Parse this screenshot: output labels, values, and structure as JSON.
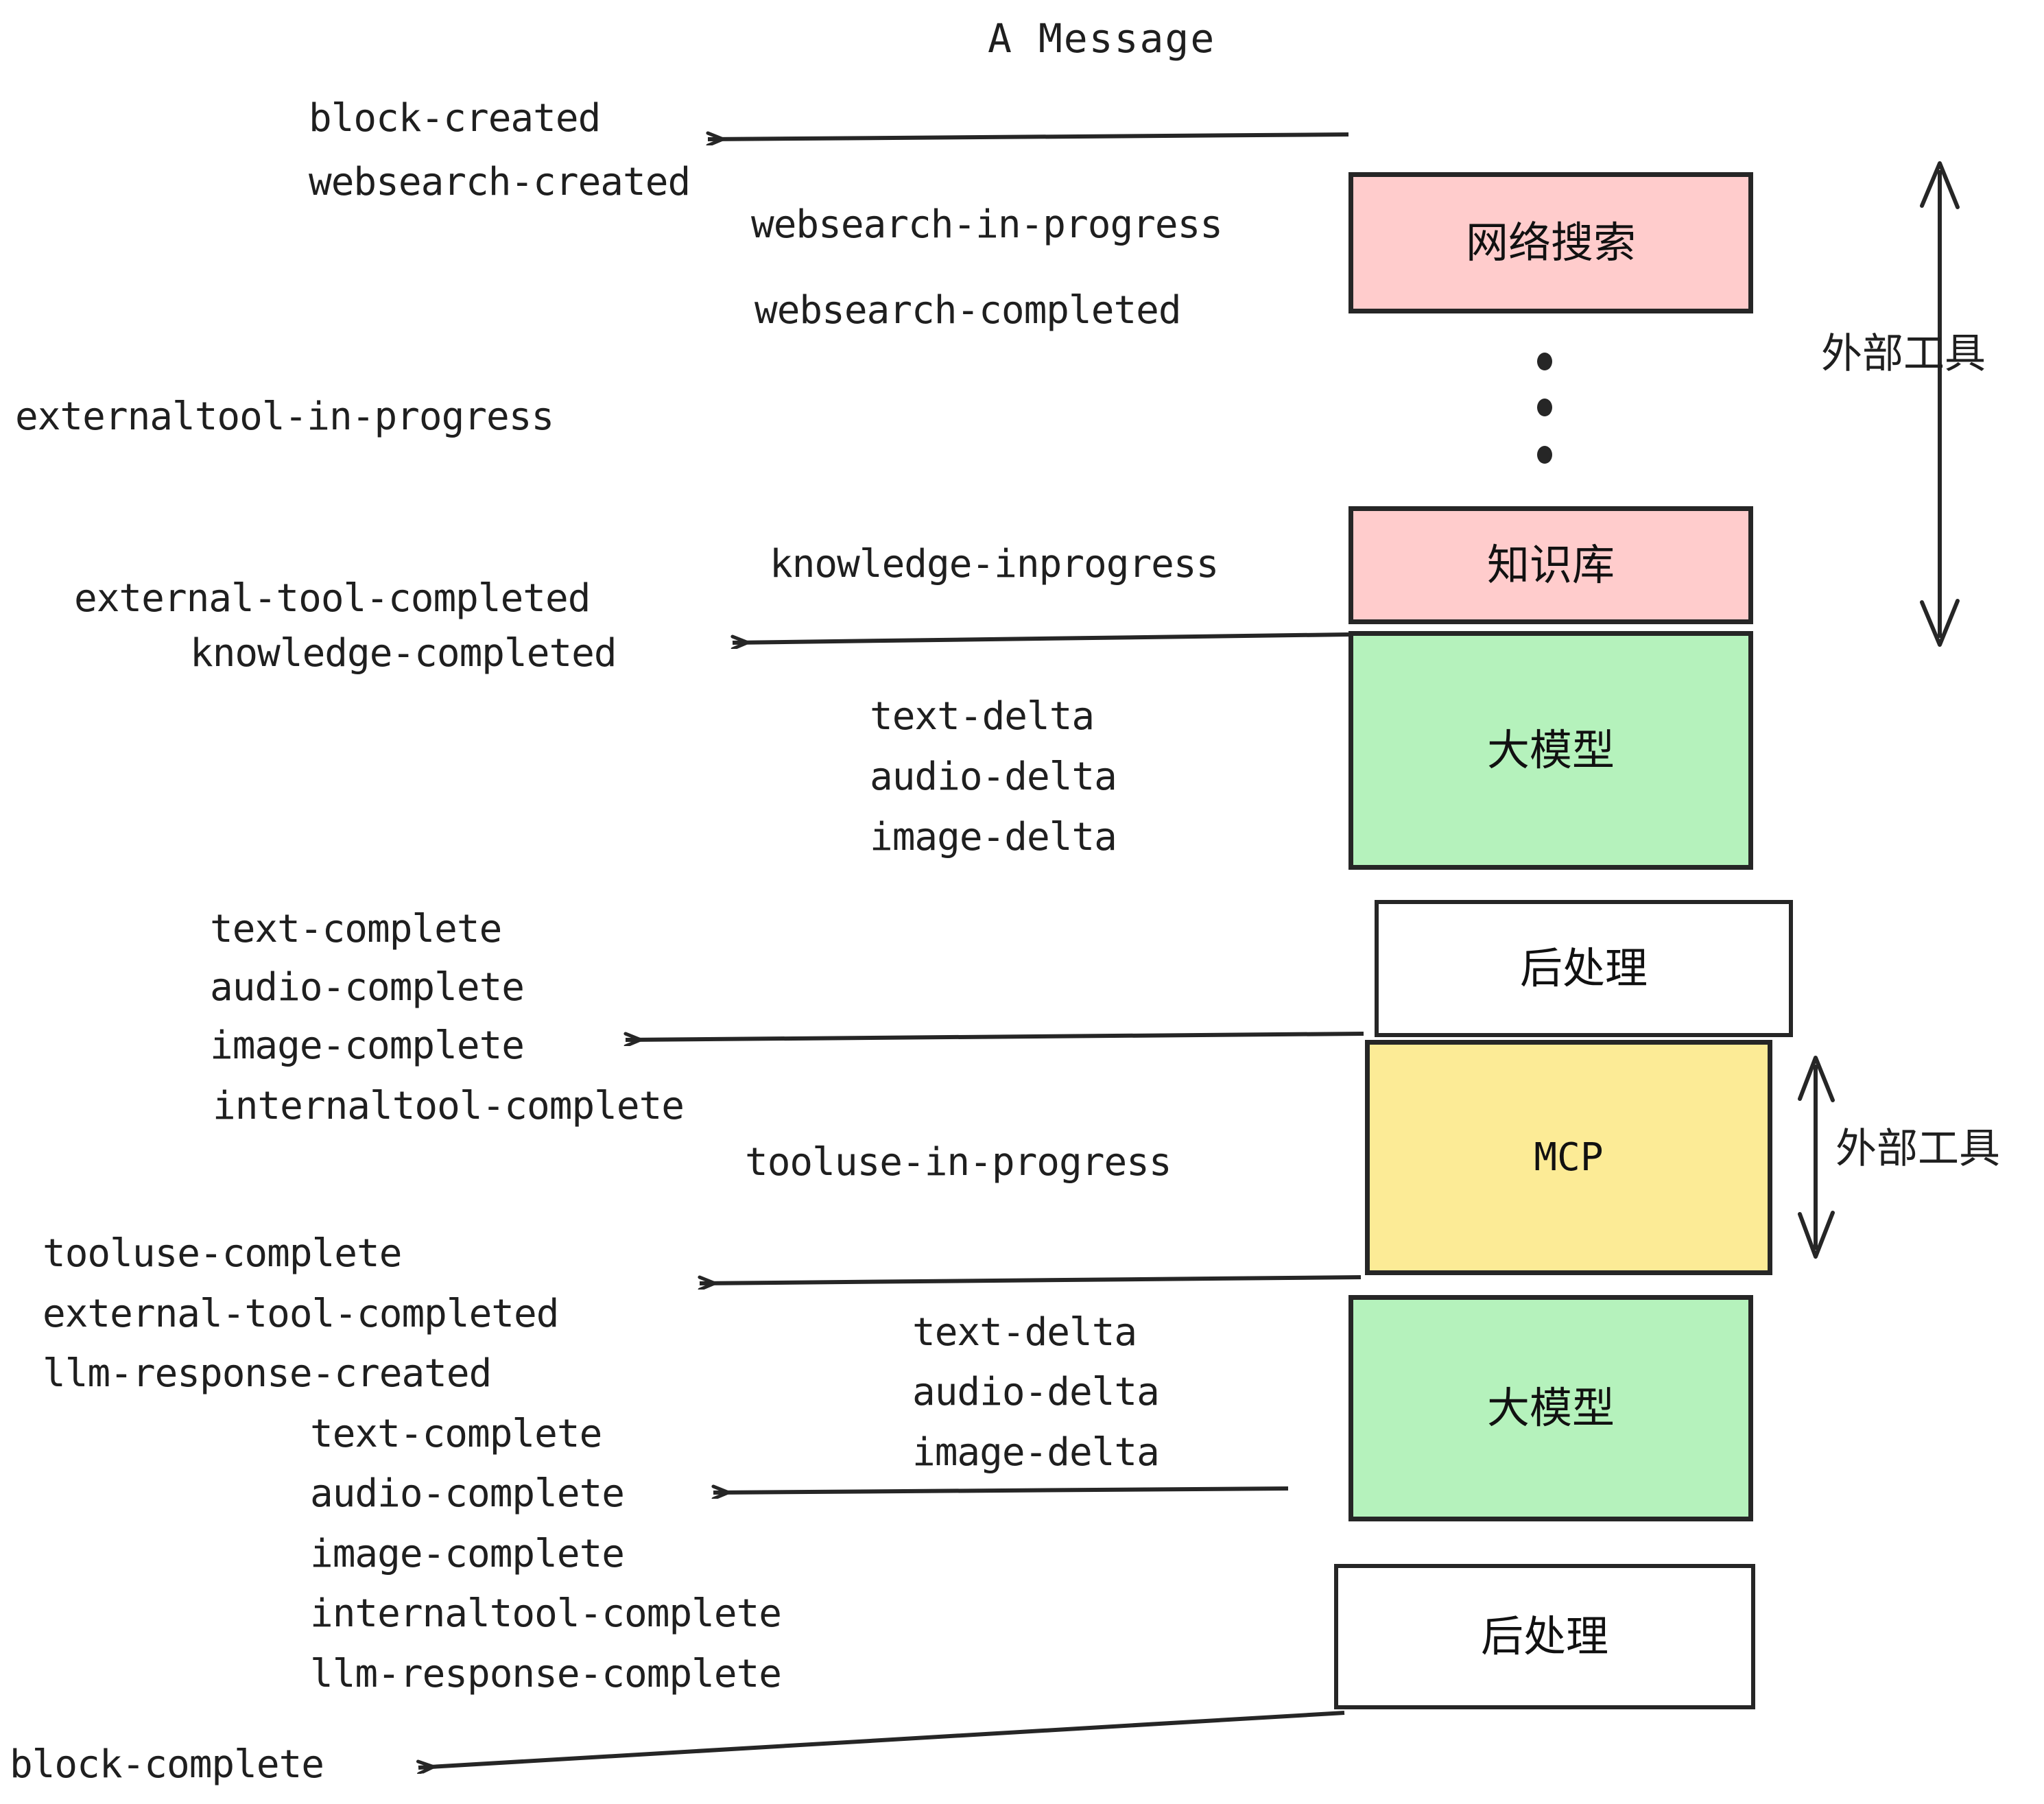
{
  "title": "A Message",
  "events": {
    "block_created": "block-created",
    "websearch_created": "websearch-created",
    "websearch_in_progress": "websearch-in-progress",
    "websearch_completed": "websearch-completed",
    "externaltool_in_progress": "externaltool-in-progress",
    "knowledge_inprogress": "knowledge-inprogress",
    "external_tool_completed_1": "external-tool-completed",
    "knowledge_completed": "knowledge-completed",
    "text_delta_1": "text-delta",
    "audio_delta_1": "audio-delta",
    "image_delta_1": "image-delta",
    "text_complete_1": "text-complete",
    "audio_complete_1": "audio-complete",
    "image_complete_1": "image-complete",
    "internaltool_complete_1": "internaltool-complete",
    "tooluse_in_progress": "tooluse-in-progress",
    "tooluse_complete": "tooluse-complete",
    "external_tool_completed_2": "external-tool-completed",
    "llm_response_created": "llm-response-created",
    "text_delta_2": "text-delta",
    "audio_delta_2": "audio-delta",
    "image_delta_2": "image-delta",
    "text_complete_2": "text-complete",
    "audio_complete_2": "audio-complete",
    "image_complete_2": "image-complete",
    "internaltool_complete_2": "internaltool-complete",
    "llm_response_complete": "llm-response-complete",
    "block_complete": "block-complete"
  },
  "nodes": {
    "websearch": "网络搜索",
    "knowledge": "知识库",
    "llm_1": "大模型",
    "postprocess_1": "后处理",
    "mcp": "MCP",
    "llm_2": "大模型",
    "postprocess_2": "后处理"
  },
  "side_labels": {
    "external_tools_top": "外部工具",
    "external_tools_bottom": "外部工具"
  },
  "ellipsis": "⋮",
  "colors": {
    "pink": "#ffcccc",
    "green": "#b5f2bc",
    "yellow": "#fceb96",
    "white": "#ffffff",
    "stroke": "#262626",
    "text": "#1f1f1f"
  }
}
